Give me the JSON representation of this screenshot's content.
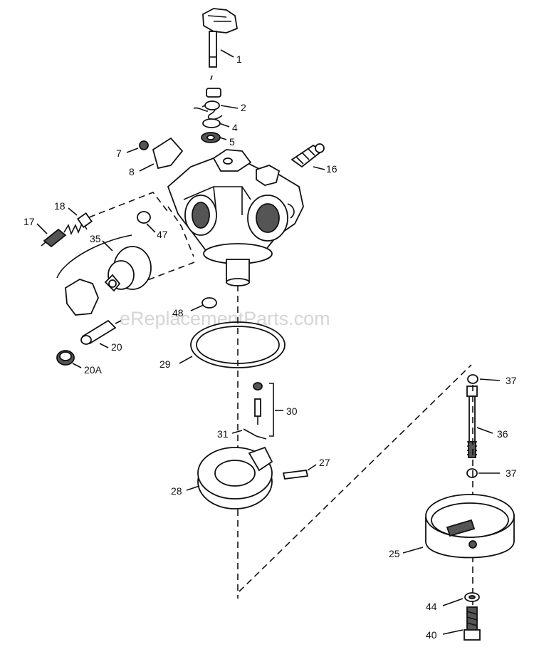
{
  "watermark": "eReplacementParts.com",
  "callouts": {
    "p1": "1",
    "p2": "2",
    "p4": "4",
    "p5": "5",
    "p7": "7",
    "p8": "8",
    "p16": "16",
    "p17": "17",
    "p18": "18",
    "p35": "35",
    "p47": "47",
    "p48": "48",
    "p20": "20",
    "p20a": "20A",
    "p29": "29",
    "p30": "30",
    "p31": "31",
    "p27": "27",
    "p28": "28",
    "p37a": "37",
    "p36": "36",
    "p37b": "37",
    "p25": "25",
    "p44": "44",
    "p40": "40"
  }
}
